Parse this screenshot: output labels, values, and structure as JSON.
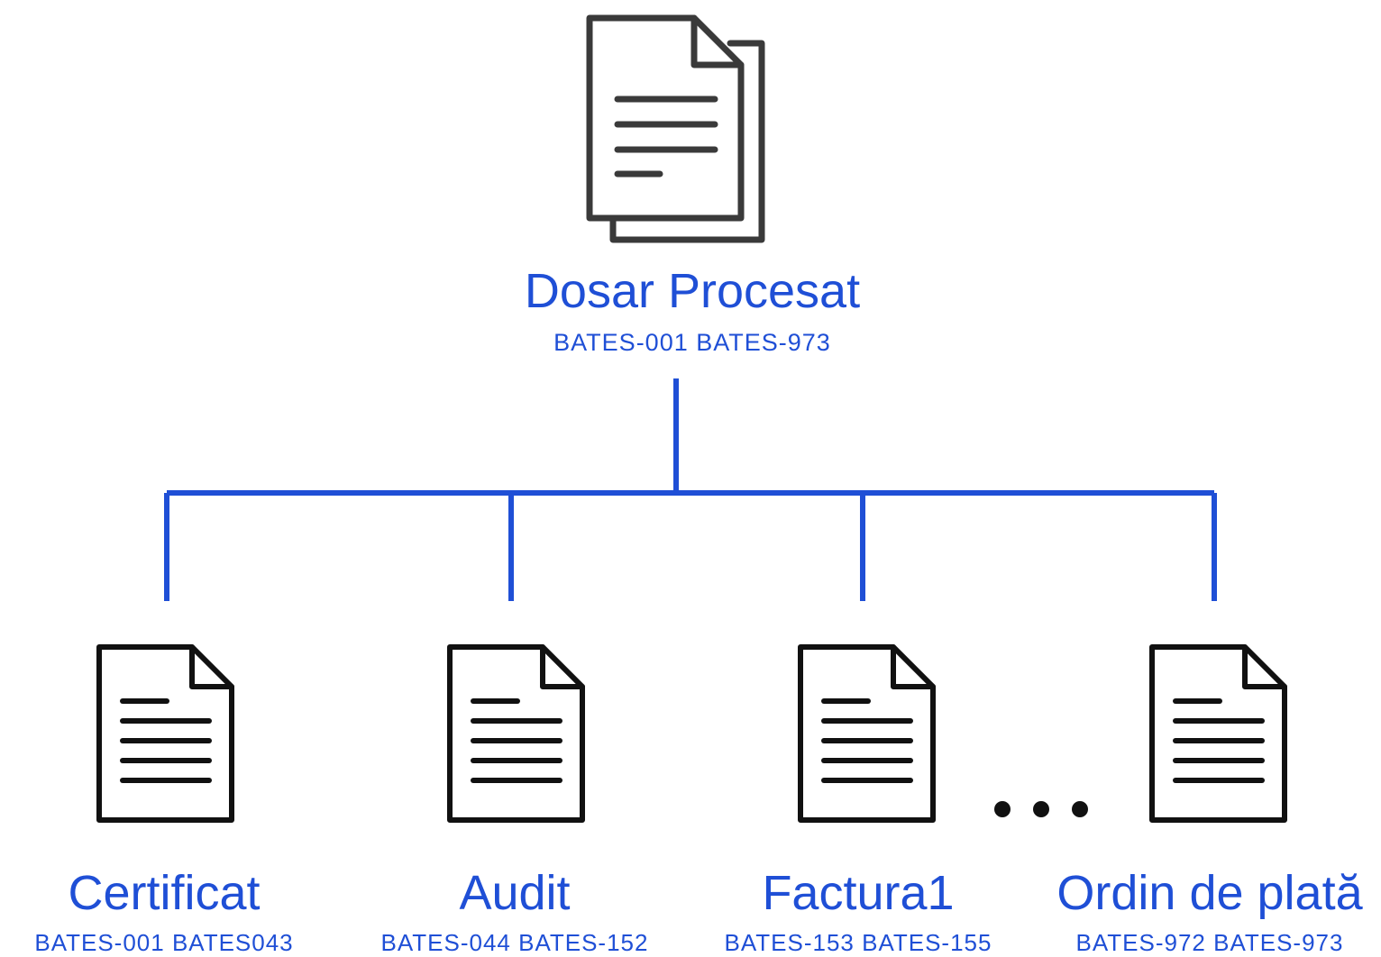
{
  "root": {
    "title": "Dosar Procesat",
    "range": "BATES-001 BATES-973",
    "icon": "documents-stack-icon"
  },
  "children": [
    {
      "title": "Certificat",
      "range": "BATES-001 BATES043",
      "icon": "document-icon"
    },
    {
      "title": "Audit",
      "range": "BATES-044 BATES-152",
      "icon": "document-icon"
    },
    {
      "title": "Factura1",
      "range": "BATES-153 BATES-155",
      "icon": "document-icon"
    },
    {
      "title": "Ordin de plată",
      "range": "BATES-972 BATES-973",
      "icon": "document-icon"
    }
  ],
  "ellipsis_icon": "ellipsis-icon",
  "colors": {
    "accent": "#1f4fd6",
    "icon_stroke": "#111111",
    "root_icon_stroke": "#3a3a3a",
    "background": "#ffffff"
  }
}
